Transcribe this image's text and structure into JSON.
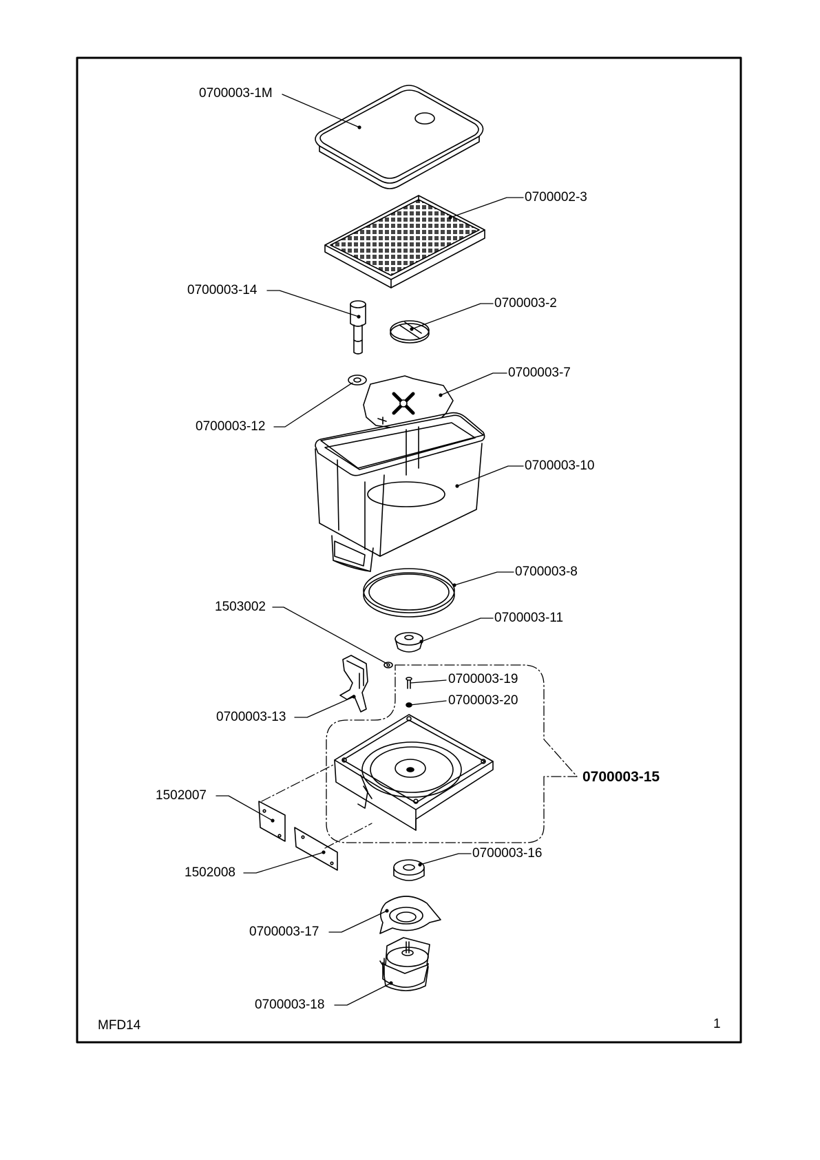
{
  "sheet": {
    "model": "MFD14",
    "page_number": "1"
  },
  "parts": [
    {
      "id": "lid",
      "label": "0700003-1M"
    },
    {
      "id": "filter",
      "label": "0700002-3"
    },
    {
      "id": "pin",
      "label": "0700003-14"
    },
    {
      "id": "clip",
      "label": "0700003-2"
    },
    {
      "id": "washer",
      "label": "0700003-12"
    },
    {
      "id": "agitator",
      "label": "0700003-7"
    },
    {
      "id": "hopper",
      "label": "0700003-10"
    },
    {
      "id": "gasket",
      "label": "0700003-8"
    },
    {
      "id": "hub",
      "label": "0700003-11"
    },
    {
      "id": "nut",
      "label": "1503002"
    },
    {
      "id": "bracket",
      "label": "0700003-13"
    },
    {
      "id": "screw",
      "label": "0700003-19"
    },
    {
      "id": "screw-nut",
      "label": "0700003-20"
    },
    {
      "id": "base-assy",
      "label": "0700003-15"
    },
    {
      "id": "plate-a",
      "label": "1502007"
    },
    {
      "id": "plate-b",
      "label": "1502008"
    },
    {
      "id": "bushing",
      "label": "0700003-16"
    },
    {
      "id": "motor-mount",
      "label": "0700003-17"
    },
    {
      "id": "motor",
      "label": "0700003-18"
    }
  ]
}
